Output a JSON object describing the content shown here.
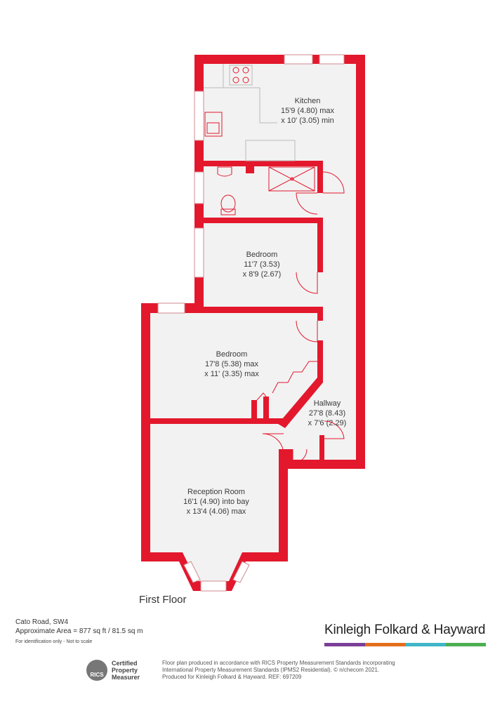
{
  "rooms": {
    "kitchen": {
      "name": "Kitchen",
      "line1": "15'9 (4.80) max",
      "line2": "x 10' (3.05) min"
    },
    "bedroom1": {
      "name": "Bedroom",
      "line1": "11'7 (3.53)",
      "line2": "x 8'9 (2.67)"
    },
    "bedroom2": {
      "name": "Bedroom",
      "line1": "17'8 (5.38) max",
      "line2": "x 11' (3.35) max"
    },
    "hallway": {
      "name": "Hallway",
      "line1": "27'8 (8.43)",
      "line2": "x 7'6 (2.29)"
    },
    "reception": {
      "name": "Reception Room",
      "line1": "16'1 (4.90) into bay",
      "line2": "x 13'4 (4.06) max"
    }
  },
  "floor_label": "First Floor",
  "address": {
    "street": "Cato Road, SW4",
    "area": "Approximate Area = 877 sq ft / 81.5 sq m",
    "note": "For identification only - Not to scale"
  },
  "brand": {
    "name": "Kinleigh Folkard & Hayward",
    "bar_colors": [
      "#7b3f98",
      "#e36e1c",
      "#3fb5c8",
      "#4caf50"
    ]
  },
  "rics": {
    "logo_text": "RICS",
    "line1": "Certified",
    "line2": "Property",
    "line3": "Measurer"
  },
  "disclaimer": {
    "line1": "Floor plan produced in accordance with RICS Property Measurement Standards incorporating",
    "line2": "International Property Measurement Standards (IPMS2 Residential).  © n/checom 2021.",
    "line3": "Produced for Kinleigh Folkard & Hayward.   REF: 697209"
  },
  "colors": {
    "wall": "#e3182d",
    "floor": "#f2f2f2",
    "fixture": "#e3182d"
  }
}
